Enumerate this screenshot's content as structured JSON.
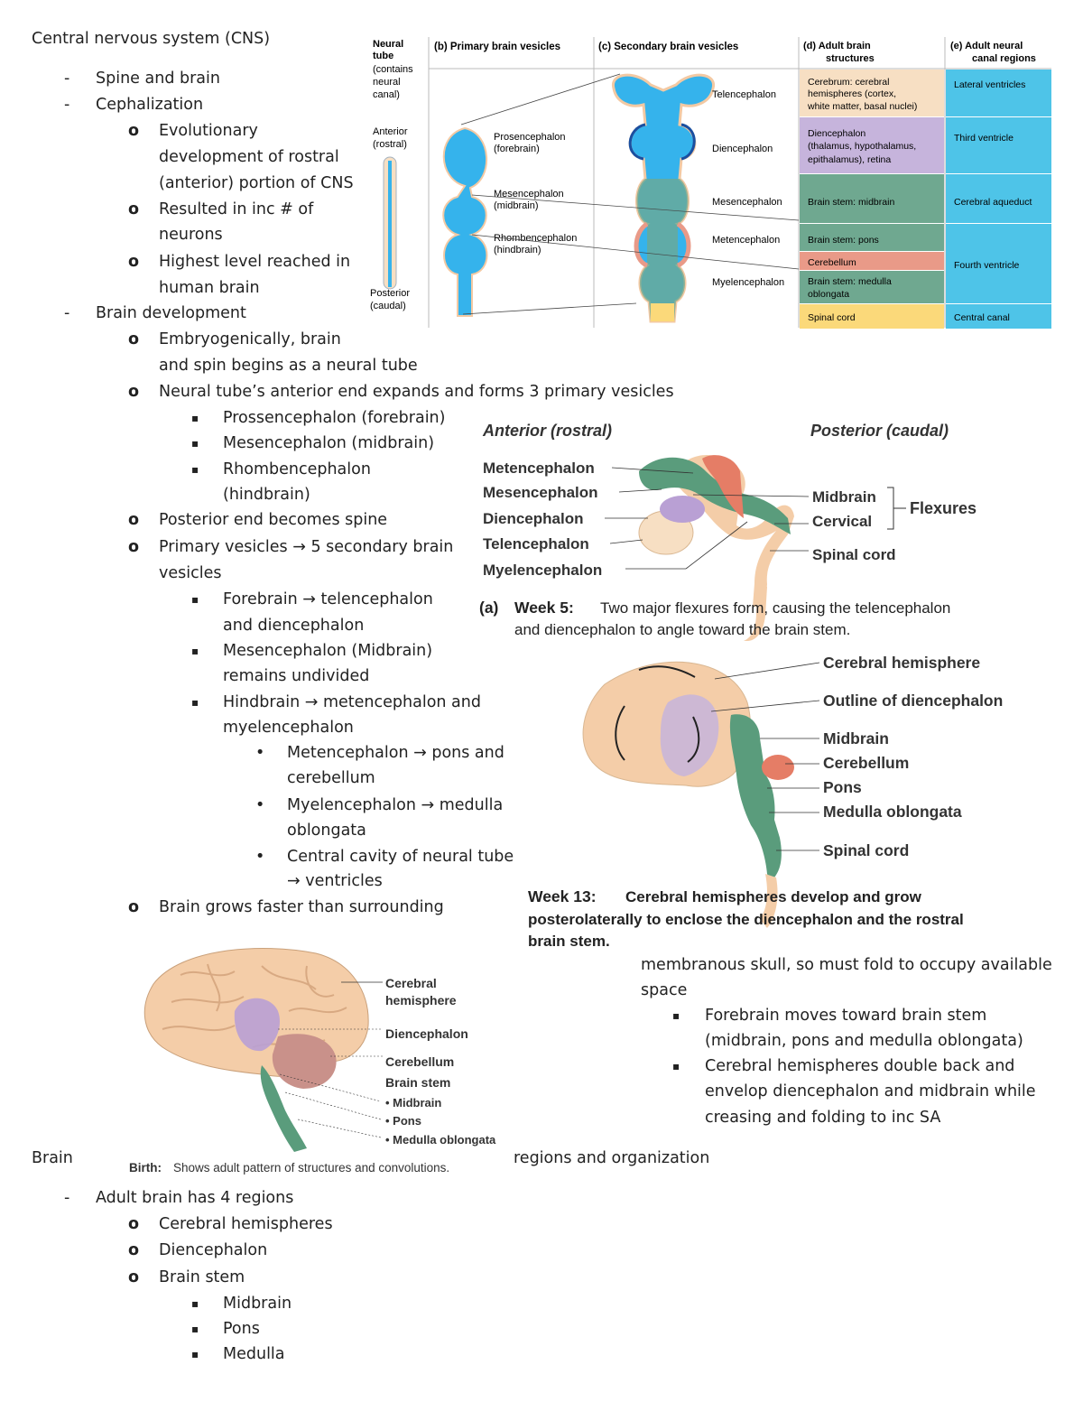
{
  "notes": {
    "h1": "Central nervous system (CNS)",
    "b_dash": "-",
    "b_o": "o",
    "b_sq": "▪",
    "b_dot": "•",
    "l1": "Spine and brain",
    "l2": "Cephalization",
    "l2a_1": "Evolutionary",
    "l2a_2": "development of rostral",
    "l2a_3": "(anterior) portion of CNS",
    "l2b_1": "Resulted in inc # of",
    "l2b_2": "neurons",
    "l2c_1": "Highest level reached in",
    "l2c_2": "human brain",
    "l3": "Brain development",
    "l3a_1": "Embryogenically, brain",
    "l3a_2": "and spin begins as a neural tube",
    "l3b": "Neural tube’s anterior end expands and forms 3 primary vesicles",
    "p1": "Prossencephalon (forebrain)",
    "p2": "Mesencephalon (midbrain)",
    "p3_1": "Rhombencephalon",
    "p3_2": "(hindbrain)",
    "l3c": "Posterior end becomes spine",
    "l3d_1": "Primary vesicles → 5 secondary brain",
    "l3d_2": "vesicles",
    "s1_1": "Forebrain → telencephalon",
    "s1_2": "and diencephalon",
    "s2_1": "Mesencephalon (Midbrain)",
    "s2_2": "remains undivided",
    "s3_1": "Hindbrain → metencephalon and",
    "s3_2": "myelencephalon",
    "d1_1": "Metencephalon → pons and",
    "d1_2": "cerebellum",
    "d2_1": "Myelencephalon → medulla",
    "d2_2": "oblongata",
    "d3_1": "Central cavity of neural tube",
    "d3_2": "→ ventricles",
    "l3e": "Brain grows faster than surrounding",
    "l3e_cont1": "membranous skull, so must fold to occupy available",
    "l3e_cont2": "space",
    "f1_1": "Forebrain moves toward brain stem",
    "f1_2": "(midbrain, pons and medulla oblongata)",
    "f2_1": "Cerebral hemispheres double back and",
    "f2_2": "envelop diencephalon and midbrain while",
    "f2_3": "creasing and folding to inc SA",
    "h2_left": "Brain",
    "h2_right": "regions and organization",
    "r1": "Adult brain has 4 regions",
    "r1a": "Cerebral hemispheres",
    "r1b": "Diencephalon",
    "r1c": "Brain stem",
    "r1c1": "Midbrain",
    "r1c2": "Pons",
    "r1c3": "Medulla"
  },
  "table_figure": {
    "neural_tube_l1": "Neural",
    "neural_tube_l2": "tube",
    "neural_tube_l3": "(contains",
    "neural_tube_l4": "neural",
    "neural_tube_l5": "canal)",
    "anterior_l1": "Anterior",
    "anterior_l2": "(rostral)",
    "posterior_l1": "Posterior",
    "posterior_l2": "(caudal)",
    "col_b": "(b) Primary brain vesicles",
    "col_c": "(c) Secondary brain vesicles",
    "col_d_l1": "(d) Adult brain",
    "col_d_l2": "structures",
    "col_e_l1": "(e) Adult neural",
    "col_e_l2": "canal regions",
    "prim1_l1": "Prosencephalon",
    "prim1_l2": "(forebrain)",
    "prim2_l1": "Mesencephalon",
    "prim2_l2": "(midbrain)",
    "prim3_l1": "Rhombencephalon",
    "prim3_l2": "(hindbrain)",
    "sec1": "Telencephalon",
    "sec2": "Diencephalon",
    "sec3": "Mesencephalon",
    "sec4": "Metencephalon",
    "sec5": "Myelencephalon",
    "adult1_l1": "Cerebrum: cerebral",
    "adult1_l2": "hemispheres (cortex,",
    "adult1_l3": "white matter, basal nuclei)",
    "adult2_l1": "Diencephalon",
    "adult2_l2": "(thalamus, hypothalamus,",
    "adult2_l3": "epithalamus), retina",
    "adult3": "Brain stem: midbrain",
    "adult4": "Brain stem: pons",
    "adult5": "Cerebellum",
    "adult6_l1": "Brain stem: medulla",
    "adult6_l2": "oblongata",
    "adult7": "Spinal cord",
    "canal1": "Lateral ventricles",
    "canal2": "Third ventricle",
    "canal3": "Cerebral aqueduct",
    "canal4": "Fourth ventricle",
    "canal5": "Central canal",
    "colors": {
      "peach": "#f7dfc3",
      "lavender": "#c6b4dc",
      "green": "#6fa890",
      "salmon": "#e99a88",
      "yellow": "#fbd97a",
      "cyan": "#4ec4e8",
      "blue": "#35b3ec"
    }
  },
  "week5_figure": {
    "anterior": "Anterior (rostral)",
    "posterior": "Posterior (caudal)",
    "lab1": "Metencephalon",
    "lab2": "Mesencephalon",
    "lab3": "Diencephalon",
    "lab4": "Telencephalon",
    "lab5": "Myelencephalon",
    "r1": "Midbrain",
    "r2": "Cervical",
    "flexures": "Flexures",
    "r3": "Spinal cord",
    "cap_a": "(a)",
    "cap_wk": "Week 5:",
    "cap_t1": "Two major flexures form, causing the telencephalon",
    "cap_t2": "and diencephalon to angle toward the brain stem."
  },
  "week13_figure": {
    "lab1": "Cerebral hemisphere",
    "lab2": "Outline of diencephalon",
    "lab3": "Midbrain",
    "lab4": "Cerebellum",
    "lab5": "Pons",
    "lab6": "Medulla oblongata",
    "lab7": "Spinal cord",
    "cap_wk": "Week 13:",
    "cap_t1": "Cerebral hemispheres develop and grow",
    "cap_t2": "posterolaterally to enclose the diencephalon and the rostral",
    "cap_t3": "brain stem."
  },
  "birth_figure": {
    "lab1_l1": "Cerebral",
    "lab1_l2": "hemisphere",
    "lab2": "Diencephalon",
    "lab3": "Cerebellum",
    "lab4": "Brain stem",
    "lab5": "• Midbrain",
    "lab6": "• Pons",
    "lab7": "• Medulla oblongata",
    "cap_b": "Birth:",
    "cap_t": "Shows adult pattern of structures and convolutions."
  }
}
